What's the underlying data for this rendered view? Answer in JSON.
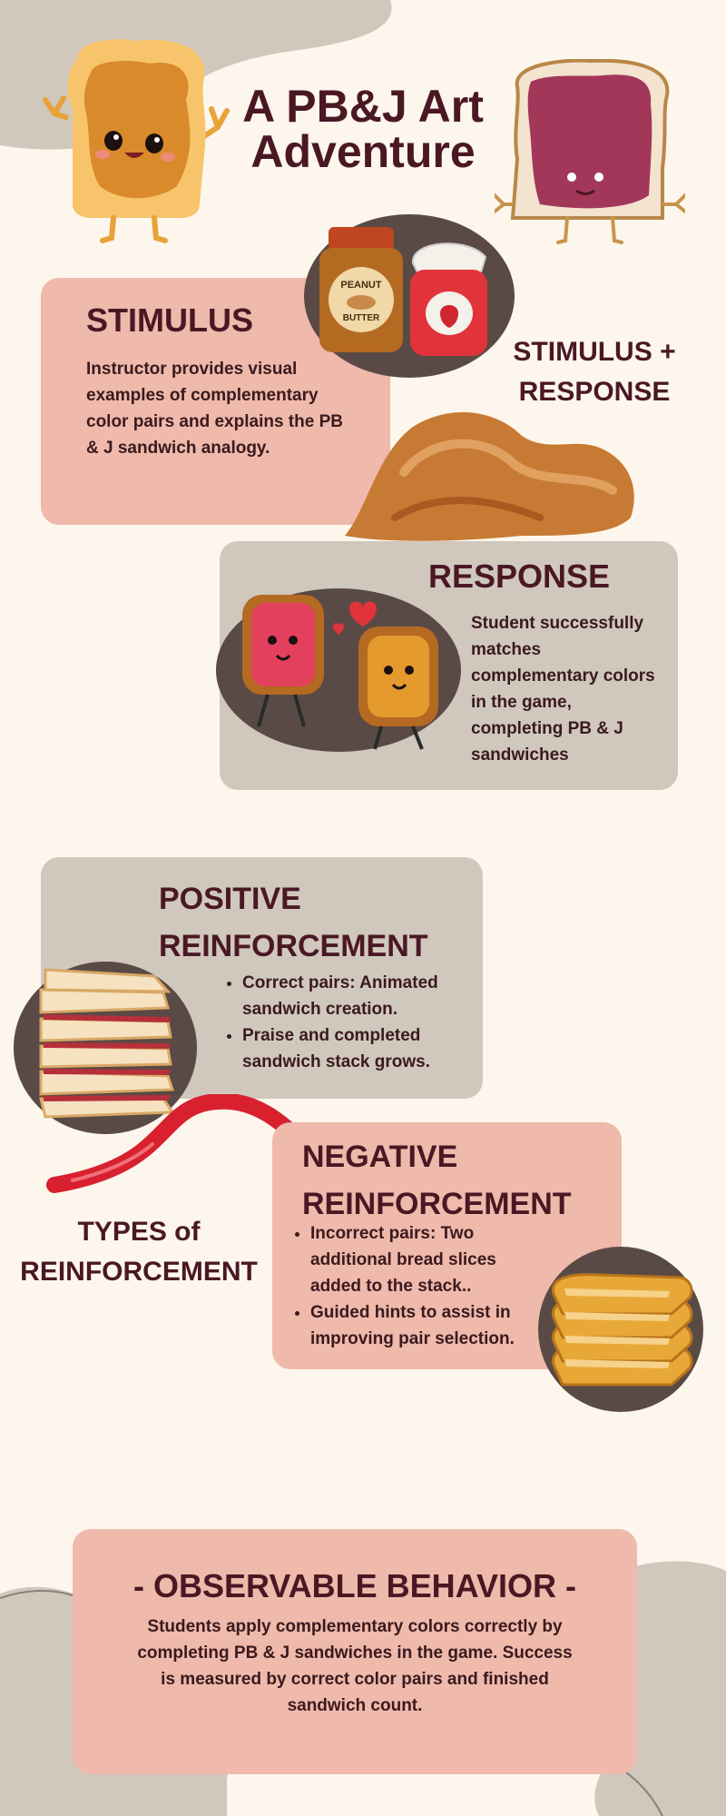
{
  "title": {
    "line1": "A PB&J Art",
    "line2": "Adventure"
  },
  "stimulus": {
    "heading": "STIMULUS",
    "text": "Instructor provides visual examples of complementary color pairs and explains the PB & J sandwich analogy."
  },
  "stimulus_response_label": {
    "line1": "STIMULUS +",
    "line2": "RESPONSE"
  },
  "response": {
    "heading": "RESPONSE",
    "text": "Student successfully matches complementary colors in the game, completing PB & J sandwiches"
  },
  "positive": {
    "heading_line1": "POSITIVE",
    "heading_line2": "REINFORCEMENT",
    "items": [
      "Correct pairs: Animated sandwich creation.",
      "Praise and completed sandwich stack grows."
    ]
  },
  "types_label": {
    "line1": "TYPES of",
    "line2": "REINFORCEMENT"
  },
  "negative": {
    "heading_line1": "NEGATIVE",
    "heading_line2": "REINFORCEMENT",
    "items": [
      "Incorrect pairs: Two additional bread slices added to the stack..",
      "Guided hints to assist in improving pair selection."
    ]
  },
  "observable": {
    "heading": "- OBSERVABLE BEHAVIOR -",
    "text": "Students apply complementary colors correctly by completing PB & J sandwiches in the game. Success is measured by correct color pairs and finished sandwich count."
  },
  "illustrations": {
    "jar_label_top": "PEANUT",
    "jar_label_bottom": "BUTTER"
  },
  "colors": {
    "background": "#fdf6ec",
    "accent_text": "#4a1824",
    "pink_card": "#efb9ab",
    "grey_card": "#d0c8bd",
    "dark_circle": "#5a4a45"
  }
}
